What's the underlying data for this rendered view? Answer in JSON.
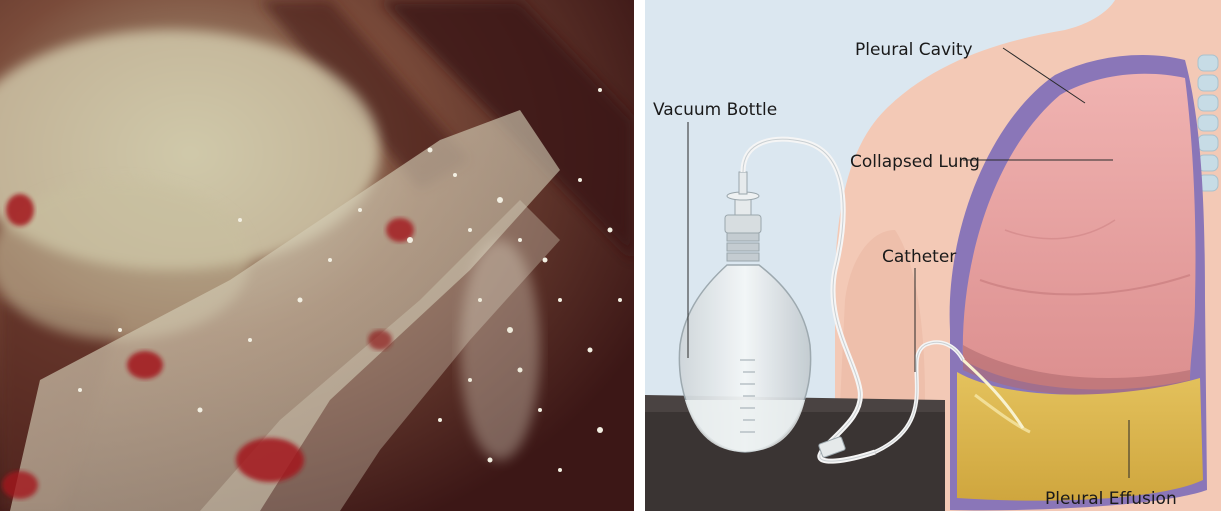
{
  "photo": {
    "colors": {
      "bg_dark": "#4a1e1c",
      "membrane": "#c9c3ae",
      "blood": "#a3161f",
      "powder": "#f2efe2"
    }
  },
  "diagram": {
    "labels": {
      "vacuum_bottle": "Vacuum Bottle",
      "pleural_cavity": "Pleural Cavity",
      "collapsed_lung": "Collapsed Lung",
      "catheter": "Catheter",
      "pleural_effusion": "Pleural Effusion"
    },
    "colors": {
      "background": "#dbe7f0",
      "skin": "#f3c9b6",
      "lung": "#e9a3a1",
      "pleura": "#8a76b8",
      "effusion": "#dcb64f",
      "table": "#3a3433"
    }
  }
}
